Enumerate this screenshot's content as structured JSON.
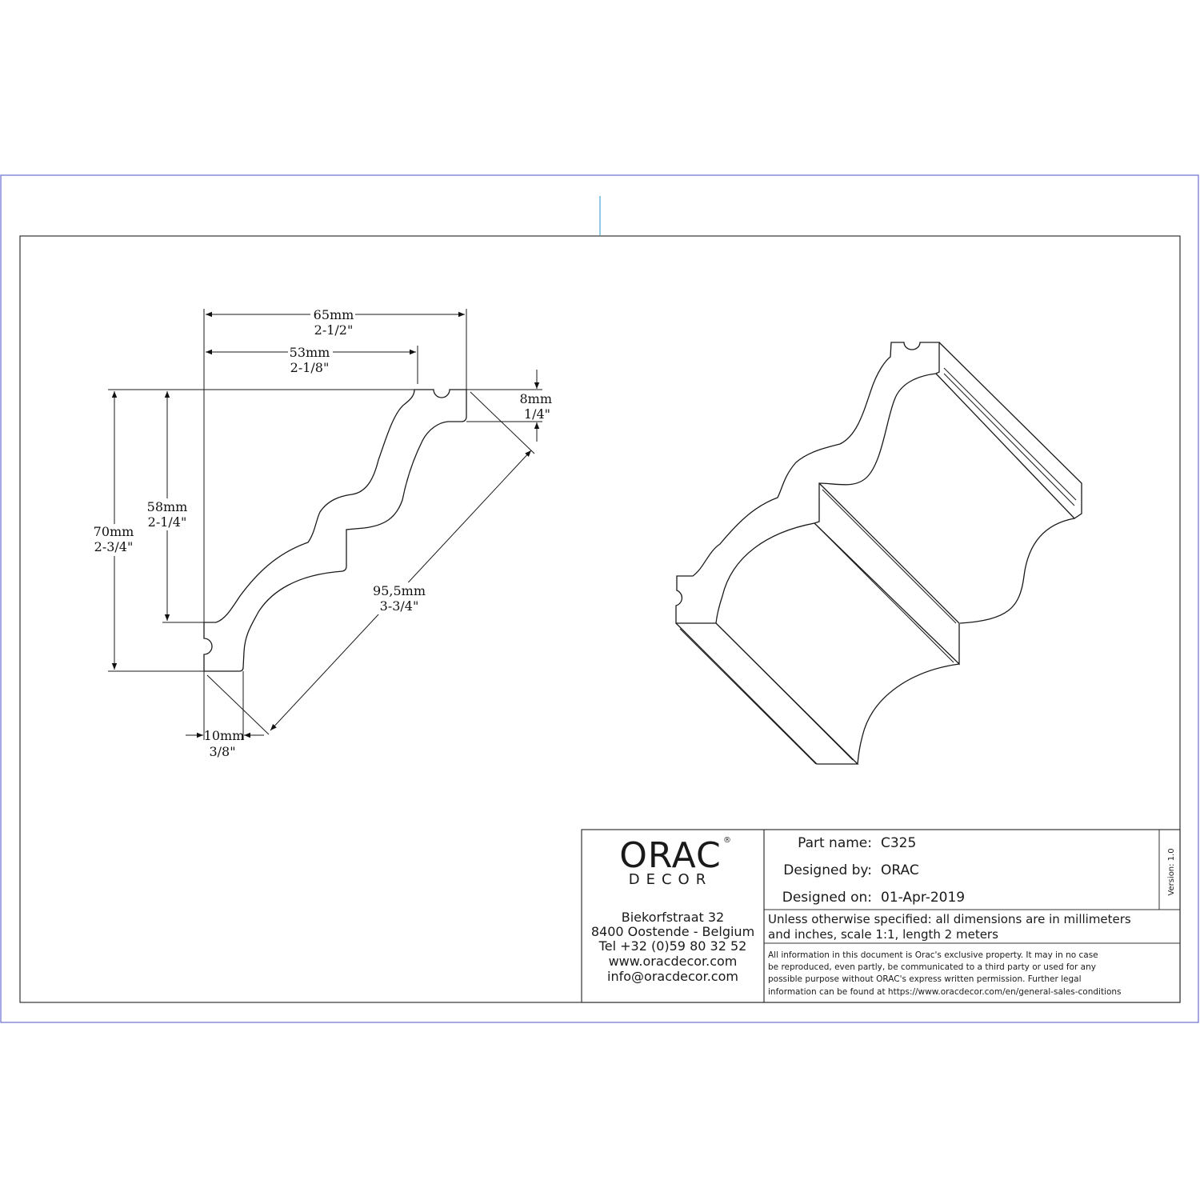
{
  "section": {
    "dims": [
      {
        "mm": "65mm",
        "in": "2-1/2\""
      },
      {
        "mm": "53mm",
        "in": "2-1/8\""
      },
      {
        "mm": "8mm",
        "in": "1/4\""
      },
      {
        "mm": "58mm",
        "in": "2-1/4\""
      },
      {
        "mm": "70mm",
        "in": "2-3/4\""
      },
      {
        "mm": "95,5mm",
        "in": "3-3/4\""
      },
      {
        "mm": "10mm",
        "in": "3/8\""
      }
    ]
  },
  "title_block": {
    "logo": {
      "word": "ORAC",
      "sub": "DECOR",
      "mark": "®"
    },
    "address": [
      "Biekorfstraat 32",
      "8400 Oostende - Belgium",
      "Tel  +32 (0)59 80 32 52",
      "www.oracdecor.com",
      "info@oracdecor.com"
    ],
    "part_name_label": "Part name:",
    "part_name": "C325",
    "designed_by_label": "Designed by:",
    "designed_by": "ORAC",
    "designed_on_label": "Designed on:",
    "designed_on": "01-Apr-2019",
    "version": "Version: 1.0",
    "note": [
      "Unless otherwise specified: all dimensions are in millimeters",
      "and inches, scale 1:1, length 2 meters"
    ],
    "legal": [
      "All information in this document is Orac's exclusive property.  It may in no case",
      "be reproduced, even partly, be communicated to a third party or used for any",
      "possible purpose without ORAC's express written permission. Further legal",
      "information can be found at https://www.oracdecor.com/en/general-sales-conditions"
    ]
  }
}
